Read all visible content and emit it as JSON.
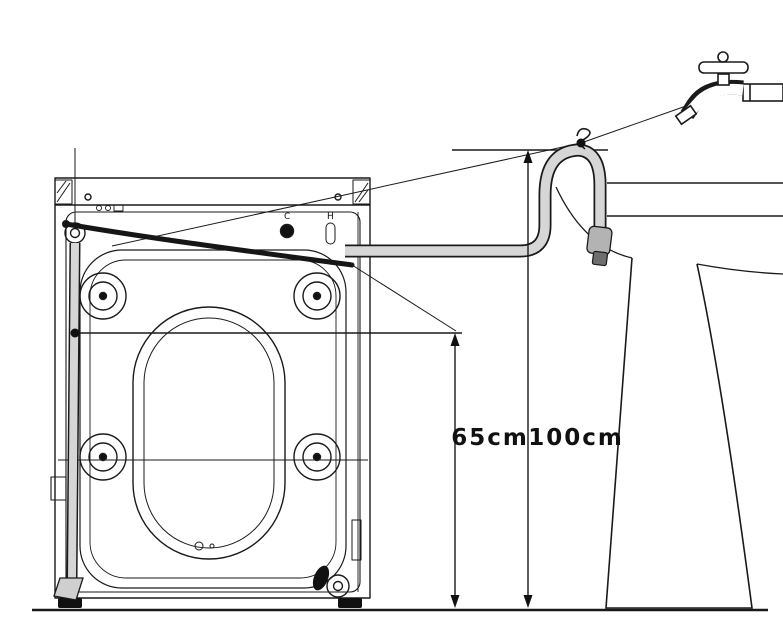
{
  "diagram": {
    "labels": {
      "inner_height": "65cm",
      "outer_height": "100cm"
    },
    "panel_marks": {
      "c_mark": "C",
      "h_mark": "H"
    },
    "colors": {
      "line": "#1a1a1a",
      "hose_fill": "#d6d6d6",
      "hose_end_fill": "#b3b3b3",
      "hose_tip_fill": "#6e6e6e",
      "black_fill": "#111111",
      "background": "#ffffff"
    }
  }
}
